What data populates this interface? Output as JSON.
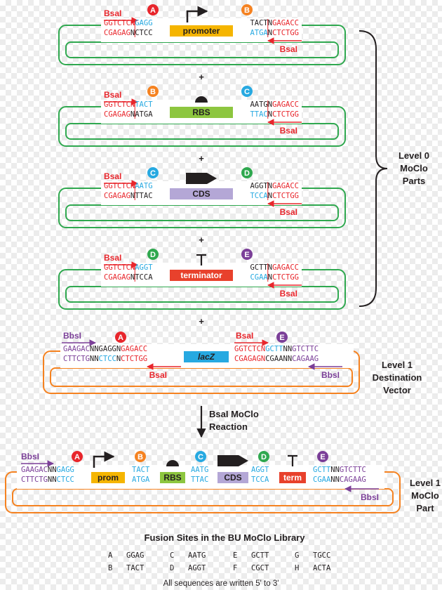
{
  "colors": {
    "red": "#e8262c",
    "blue": "#27a9e1",
    "purple": "#7b3f98",
    "green": "#2fa84f",
    "orange": "#f58220",
    "black": "#231f20",
    "site_A": "#e8262c",
    "site_B": "#f58220",
    "site_C": "#27a9e1",
    "site_D": "#2fa84f",
    "site_E": "#7b3f98",
    "promoter_fill": "#f5b500",
    "rbs_fill": "#8dc63f",
    "cds_fill": "#b4a7d6",
    "terminator_fill": "#e8412c",
    "lacz_fill": "#27a9e1"
  },
  "enzymes": {
    "bsai": "BsaI",
    "bbsi": "BbsI"
  },
  "plus": "+",
  "parts": [
    {
      "left_site": "A",
      "right_site": "B",
      "label": "promoter",
      "icon": "promoter-arrow-icon",
      "top_left_enz": "GGTCTCN",
      "top_left_ov": "GAGG",
      "bot_left_enz": "CGAGAGNCTCC",
      "top_right_a": "TACTN",
      "top_right_enz": "GAGACC",
      "bot_right_ov": "ATGA",
      "bot_right_a": "N",
      "bot_right_enz": "CTCTGG"
    },
    {
      "left_site": "B",
      "right_site": "C",
      "label": "RBS",
      "icon": "rbs-dome-icon",
      "top_left_enz": "GGTCTCN",
      "top_left_ov": "TACT",
      "bot_left_enz": "CGAGAGNATGA",
      "top_right_a": "AATGN",
      "top_right_enz": "GAGACC",
      "bot_right_ov": "TTAC",
      "bot_right_a": "N",
      "bot_right_enz": "CTCTGG"
    },
    {
      "left_site": "C",
      "right_site": "D",
      "label": "CDS",
      "icon": "cds-arrow-icon",
      "top_left_enz": "GGTCTCN",
      "top_left_ov": "AATG",
      "bot_left_enz": "CGAGAGNTTAC",
      "top_right_a": "AGGTN",
      "top_right_enz": "GAGACC",
      "bot_right_ov": "TCCA",
      "bot_right_a": "N",
      "bot_right_enz": "CTCTGG"
    },
    {
      "left_site": "D",
      "right_site": "E",
      "label": "terminator",
      "icon": "terminator-t-icon",
      "top_left_enz": "GGTCTCN",
      "top_left_ov": "AGGT",
      "bot_left_enz": "CGAGAGNTCCA",
      "top_right_a": "GCTTN",
      "top_right_enz": "GAGACC",
      "bot_right_ov": "CGAA",
      "bot_right_a": "N",
      "bot_right_enz": "CTCTGG"
    }
  ],
  "level0_label": [
    "Level 0",
    "MoClo",
    "Parts"
  ],
  "dest": {
    "left_site": "A",
    "right_site": "E",
    "label": "lacZ",
    "l_top_bb": "GAAGAC",
    "l_top_n": "NN",
    "l_top_ov": "GAGG",
    "l_top_n2": "N",
    "l_top_enz": "GAGACC",
    "l_bot_bb": "CTTCTG",
    "l_bot_n": "NN",
    "l_bot_ov": "CTCC",
    "l_bot_n2": "N",
    "l_bot_enz": "CTCTGG",
    "r_top_enz": "GGTCTCN",
    "r_top_ov": "GCTT",
    "r_top_n": "NN",
    "r_top_bb": "GTCTTC",
    "r_bot_enz": "CGAGAGN",
    "r_bot_ov": "CGAA",
    "r_bot_n": "NN",
    "r_bot_bb": "CAGAAG",
    "title": [
      "Level 1",
      "Destination",
      "Vector"
    ]
  },
  "reaction": [
    "BsaI MoClo",
    "Reaction"
  ],
  "product": {
    "sites": [
      "A",
      "B",
      "C",
      "D",
      "E"
    ],
    "l_top_bb": "GAAGAC",
    "l_top_n": "NN",
    "l_top_ov": "GAGG",
    "l_bot_bb": "CTTCTG",
    "l_bot_n": "NN",
    "l_bot_ov": "CTCC",
    "parts": [
      "prom",
      "RBS",
      "CDS",
      "term"
    ],
    "junctions_top": [
      "TACT",
      "AATG",
      "AGGT"
    ],
    "junctions_bot": [
      "ATGA",
      "TTAC",
      "TCCA"
    ],
    "r_top_ov": "GCTT",
    "r_top_n": "NN",
    "r_top_bb": "GTCTTC",
    "r_bot_ov": "CGAA",
    "r_bot_n": "NN",
    "r_bot_bb": "CAGAAG",
    "title": [
      "Level 1",
      "MoClo",
      "Part"
    ]
  },
  "fusion_table": {
    "title": "Fusion Sites in the BU MoClo Library",
    "rows": [
      [
        [
          "A",
          "GGAG"
        ],
        [
          "C",
          "AATG"
        ],
        [
          "E",
          "GCTT"
        ],
        [
          "G",
          "TGCC"
        ]
      ],
      [
        [
          "B",
          "TACT"
        ],
        [
          "D",
          "AGGT"
        ],
        [
          "F",
          "CGCT"
        ],
        [
          "H",
          "ACTA"
        ]
      ]
    ],
    "note": "All sequences are written 5' to 3'"
  }
}
